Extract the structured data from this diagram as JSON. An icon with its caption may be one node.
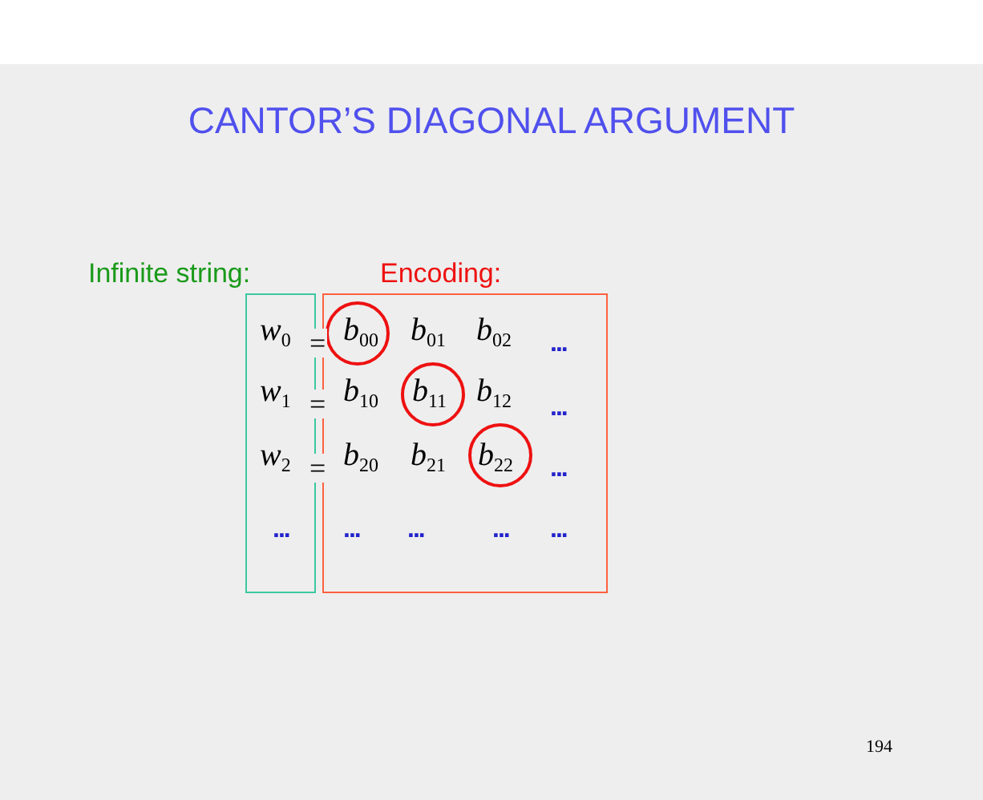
{
  "diagram": {
    "title": "CANTOR’S DIAGONAL ARGUMENT",
    "nodes": [
      {
        "text": [
          "Infinite string:",
          "w$_{0}$",
          "w$_{1}$",
          "w$_{2}$",
          "..."
        ]
      },
      {
        "text": [
          "Encoding:",
          "b$_{01}$",
          "b$_{02}$",
          "...",
          "b$_{10}$",
          "b$_{12}$",
          "...",
          "b$_{20}$",
          "b$_{21}$",
          "...",
          "...",
          "...",
          "...",
          "..."
        ]
      },
      {
        "text": [
          "b$_{00}$"
        ],
        "in": 1
      },
      {
        "text": [
          "b$_{11}$"
        ],
        "in": 1
      },
      {
        "text": [
          "b$_{22}$"
        ],
        "in": 1
      }
    ],
    "labels": [
      "=",
      "=",
      "=",
      "194"
    ]
  }
}
